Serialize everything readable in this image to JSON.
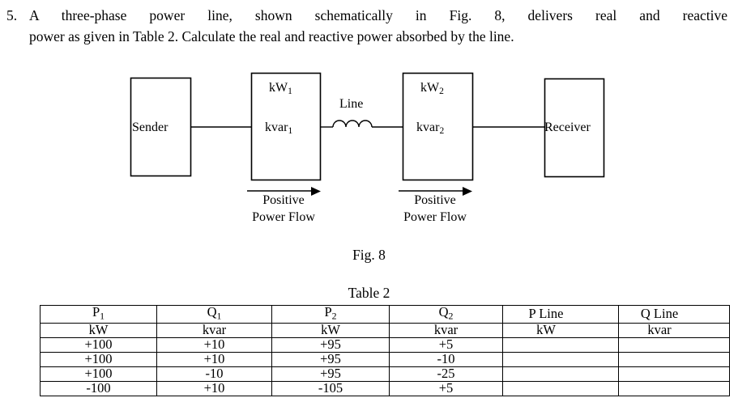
{
  "problem": {
    "number": "5.",
    "line1": "A three-phase power line, shown schematically in Fig. 8, delivers real and reactive",
    "line2": "power as given in Table 2. Calculate the real and reactive power absorbed by the line."
  },
  "figure": {
    "caption": "Fig. 8",
    "sender_label": "Sender",
    "receiver_label": "Receiver",
    "line_label": "Line",
    "meter1": {
      "real": "kW",
      "real_sub": "1",
      "reactive": "kvar",
      "reactive_sub": "1"
    },
    "meter2": {
      "real": "kW",
      "real_sub": "2",
      "reactive": "kvar",
      "reactive_sub": "2"
    },
    "flow1": {
      "line1": "Positive",
      "line2": "Power Flow"
    },
    "flow2": {
      "line1": "Positive",
      "line2": "Power Flow"
    }
  },
  "table": {
    "caption": "Table 2",
    "header_row1": [
      "P",
      "Q",
      "P",
      "Q",
      "P Line",
      "Q Line"
    ],
    "header_row1_subs": [
      "1",
      "1",
      "2",
      "2",
      "",
      ""
    ],
    "header_row2": [
      "kW",
      "kvar",
      "kW",
      "kvar",
      "kW",
      "kvar"
    ],
    "rows": [
      [
        "+100",
        "+10",
        "+95",
        "+5",
        "",
        ""
      ],
      [
        "+100",
        "+10",
        "+95",
        "-10",
        "",
        ""
      ],
      [
        "+100",
        "-10",
        "+95",
        "-25",
        "",
        ""
      ],
      [
        "-100",
        "+10",
        "-105",
        "+5",
        "",
        ""
      ]
    ]
  }
}
